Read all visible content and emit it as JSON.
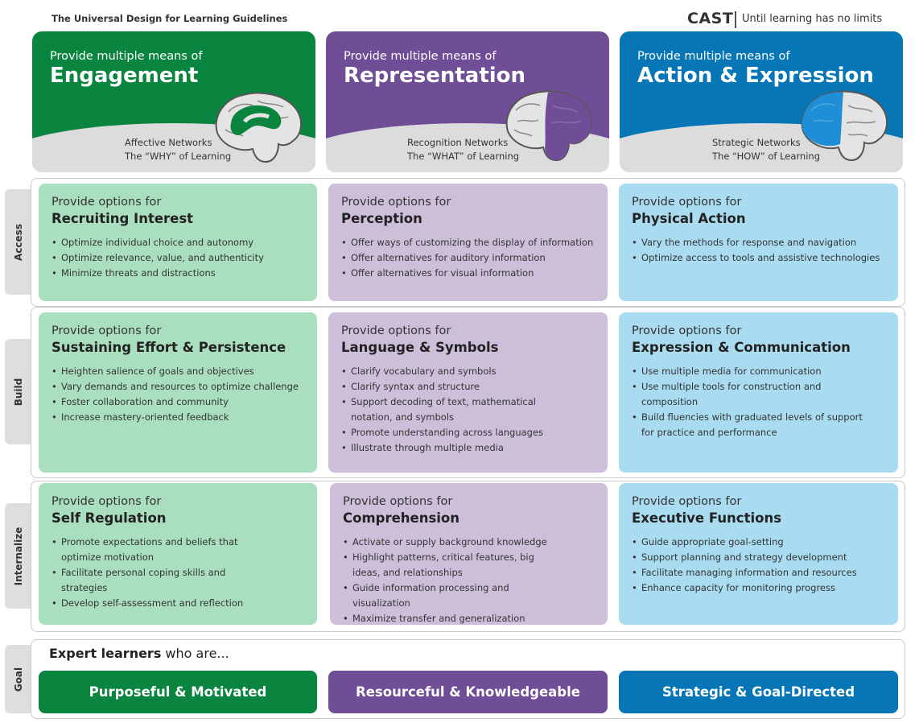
{
  "header": {
    "doc_title": "The Universal Design for Learning Guidelines",
    "brand": "CAST",
    "tagline": "Until learning has no limits"
  },
  "principles": [
    {
      "pre": "Provide multiple means of",
      "title": "Engagement",
      "network": "Affective Networks",
      "question": "The “WHY” of Learning",
      "color": "#0a853f"
    },
    {
      "pre": "Provide multiple means of",
      "title": "Representation",
      "network": "Recognition Networks",
      "question": "The “WHAT” of Learning",
      "color": "#704d97"
    },
    {
      "pre": "Provide multiple means of",
      "title": "Action & Expression",
      "network": "Strategic Networks",
      "question": "The “HOW” of Learning",
      "color": "#0776b6"
    }
  ],
  "rows": [
    {
      "label": "Access",
      "cells": [
        {
          "pre": "Provide options for",
          "head": "Recruiting Interest",
          "items": [
            "Optimize individual choice and autonomy",
            "Optimize relevance, value, and authenticity",
            "Minimize threats and distractions"
          ]
        },
        {
          "pre": "Provide options for",
          "head": "Perception",
          "items": [
            "Offer ways of customizing the display of information",
            "Offer alternatives for auditory information",
            "Offer alternatives for visual information"
          ]
        },
        {
          "pre": "Provide options for",
          "head": "Physical Action",
          "items": [
            "Vary the methods for response and navigation",
            "Optimize access to tools and assistive technologies"
          ]
        }
      ]
    },
    {
      "label": "Build",
      "cells": [
        {
          "pre": "Provide options for",
          "head": "Sustaining Effort & Persistence",
          "items": [
            "Heighten salience of goals and objectives",
            "Vary demands and resources to optimize challenge",
            "Foster collaboration and community",
            "Increase mastery-oriented feedback"
          ]
        },
        {
          "pre": "Provide options for",
          "head": "Language & Symbols",
          "items": [
            "Clarify vocabulary and symbols",
            "Clarify syntax and structure",
            "Support decoding of text, mathematical notation, and symbols",
            "Promote understanding across languages",
            "Illustrate through multiple media"
          ]
        },
        {
          "pre": "Provide options for",
          "head": "Expression & Communication",
          "items": [
            "Use multiple media for communication",
            "Use multiple tools for construction and composition",
            "Build fluencies with graduated levels of support for practice and performance"
          ]
        }
      ]
    },
    {
      "label": "Internalize",
      "cells": [
        {
          "pre": "Provide options for",
          "head": "Self Regulation",
          "items": [
            "Promote expectations and beliefs that optimize motivation",
            "Facilitate personal coping skills and strategies",
            "Develop self-assessment and reflection"
          ]
        },
        {
          "pre": "Provide options for",
          "head": "Comprehension",
          "items": [
            "Activate or supply background knowledge",
            "Highlight patterns, critical features, big ideas, and relationships",
            "Guide information processing and visualization",
            "Maximize transfer and generalization"
          ]
        },
        {
          "pre": "Provide options for",
          "head": "Executive Functions",
          "items": [
            "Guide appropriate goal-setting",
            "Support planning and strategy development",
            "Facilitate managing information and resources",
            "Enhance capacity for monitoring progress"
          ]
        }
      ]
    }
  ],
  "goal": {
    "label": "Goal",
    "lead_bold": "Expert learners",
    "lead_rest": " who are...",
    "outcomes": [
      "Purposeful & Motivated",
      "Resourceful & Knowledgeable",
      "Strategic & Goal-Directed"
    ]
  }
}
